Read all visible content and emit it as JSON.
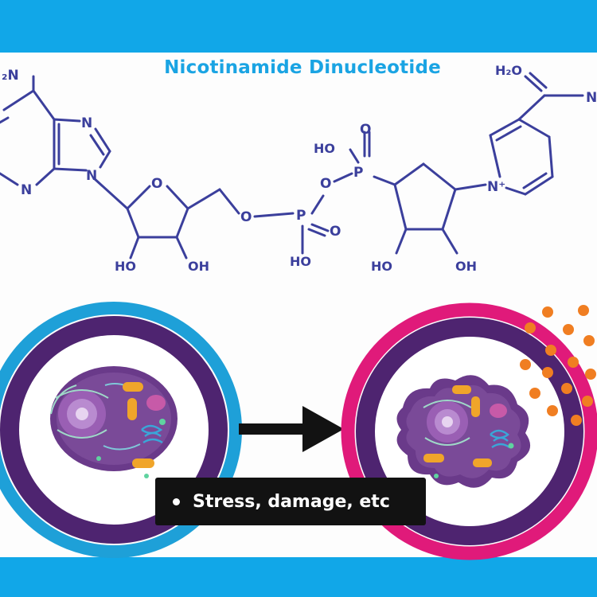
{
  "title": "Nicotinamide Dinucleotide",
  "caption": "Stress, damage, etc",
  "atoms": {
    "nh2_left": "₂N",
    "n": "N",
    "o": "O",
    "oh": "OH",
    "ho": "HO",
    "p": "P",
    "h2o": "H₂O",
    "n_plus": "N⁺"
  },
  "icons": {
    "arrow": "right-arrow-icon",
    "healthy_cell": "healthy-cell-icon",
    "damaged_cell": "damaged-cell-icon"
  },
  "colors": {
    "band": "#11a7e8",
    "title": "#1aa4e3",
    "molecule": "#3b3f9c",
    "ring_blue": "#1ea0d8",
    "ring_pink": "#e01a7a",
    "ring_purple": "#4e2470",
    "cell_purple": "#6a3a8a",
    "particles": "#f07e22",
    "caption_bg": "#121212"
  }
}
